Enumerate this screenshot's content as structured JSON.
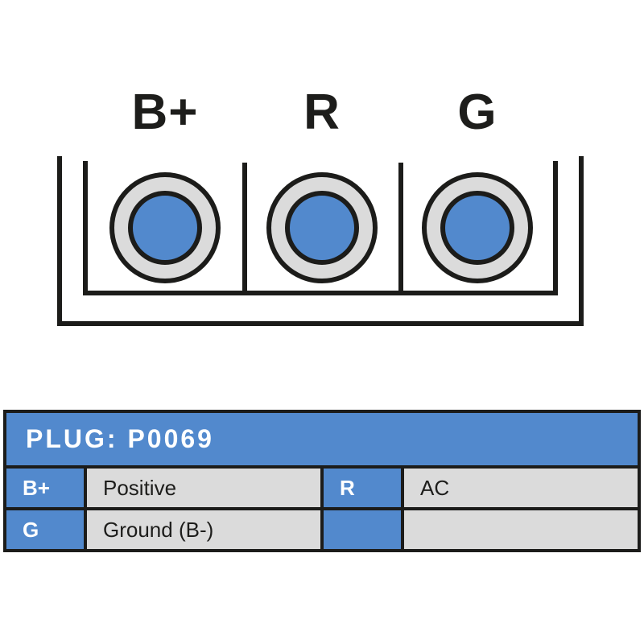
{
  "colors": {
    "blue": "#5289cd",
    "gray": "#dbdbdb",
    "line": "#1c1c1a",
    "white": "#ffffff",
    "dark_text": "#1d1d1b"
  },
  "diagram": {
    "terminal_labels": [
      "B+",
      "R",
      "G"
    ]
  },
  "plug_table": {
    "title": "PLUG: P0069",
    "rows": [
      {
        "cells": [
          {
            "key": "B+",
            "value": "Positive"
          },
          {
            "key": "R",
            "value": "AC"
          }
        ]
      },
      {
        "cells": [
          {
            "key": "G",
            "value": "Ground (B-)"
          },
          {
            "key": "",
            "value": ""
          }
        ]
      }
    ]
  }
}
